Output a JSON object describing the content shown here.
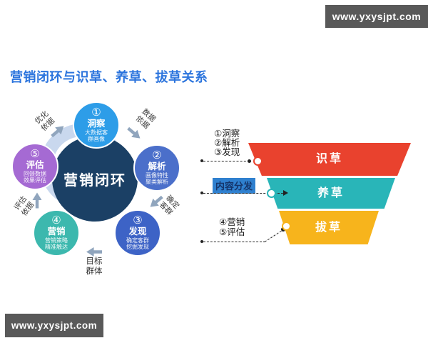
{
  "title": {
    "text": "营销闭环与识草、养草、拔草关系",
    "color": "#2b74dd"
  },
  "watermarks": {
    "top_right": "www.yxysjpt.com",
    "bottom_left": "www.yxysjpt.com",
    "bg": "#595959"
  },
  "cycle": {
    "center": {
      "label": "营销闭环",
      "color": "#1b4065",
      "ring_color": "#c9d8ee"
    },
    "arrow_color": "#90a5bd",
    "nodes": [
      {
        "num": "①",
        "name": "洞察",
        "sub1": "大数据客",
        "sub2": "群画像",
        "color": "#2d9de8"
      },
      {
        "num": "②",
        "name": "解析",
        "sub1": "画像特性",
        "sub2": "聚类解析",
        "color": "#4b6fca"
      },
      {
        "num": "③",
        "name": "发现",
        "sub1": "确定客群",
        "sub2": "挖掘发现",
        "color": "#3d63c6"
      },
      {
        "num": "④",
        "name": "营销",
        "sub1": "营销策略",
        "sub2": "精准触达",
        "color": "#3cb8ae"
      },
      {
        "num": "⑤",
        "name": "评估",
        "sub1": "回馈数据",
        "sub2": "效果评估",
        "color": "#a56ad3"
      }
    ],
    "edge_labels": {
      "opt": {
        "l1": "优化",
        "l2": "依据"
      },
      "data": {
        "l1": "数据",
        "l2": "依据"
      },
      "segment": {
        "l1": "确定",
        "l2": "客群"
      },
      "target": {
        "l1": "目标",
        "l2": "群体"
      },
      "eval": {
        "l1": "评估",
        "l2": "依据"
      }
    }
  },
  "funnel": {
    "stages": [
      {
        "label": "识草",
        "color": "#e9422e"
      },
      {
        "label": "养草",
        "color": "#29b5b8"
      },
      {
        "label": "拔草",
        "color": "#f7b41c"
      }
    ],
    "annotations": {
      "stage1": {
        "l1": "①洞察",
        "l2": "②解析",
        "l3": "③发现"
      },
      "stage2": {
        "highlight": "内容分发",
        "highlight_bg": "#2f80cf",
        "highlight_text": "#15356b"
      },
      "stage3": {
        "l1": "④营销",
        "l2": "⑤评估"
      }
    }
  }
}
